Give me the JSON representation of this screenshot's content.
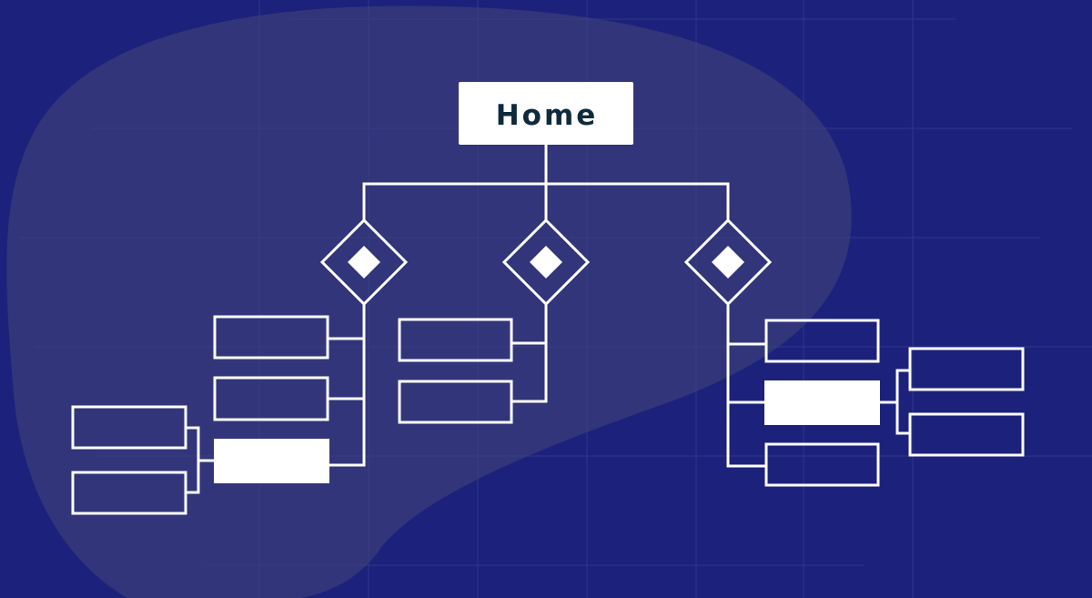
{
  "colors": {
    "background": "#1c227b",
    "blob": "#323579",
    "grid": "#3e4595",
    "line": "#ffffff",
    "home_box": "#ffffff",
    "home_text": "#0f2a3c"
  },
  "diagram": {
    "root": {
      "label": "Home"
    },
    "branches": [
      {
        "name": "left-branch",
        "icon": "diamond-node-icon"
      },
      {
        "name": "center-branch",
        "icon": "diamond-node-icon"
      },
      {
        "name": "right-branch",
        "icon": "diamond-node-icon"
      }
    ]
  }
}
